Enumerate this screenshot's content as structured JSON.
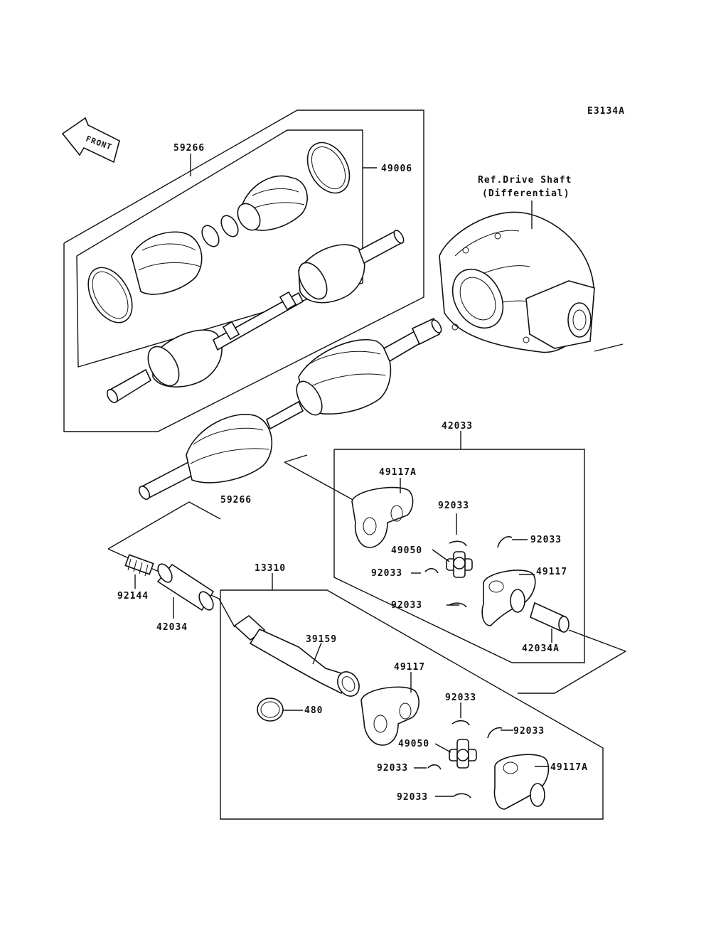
{
  "diagram_code": "E3134A",
  "front_arrow_label": "FRONT",
  "reference": {
    "line1": "Ref.Drive Shaft",
    "line2": "(Differential)"
  },
  "callouts": {
    "p59266_top": "59266",
    "p49006": "49006",
    "p59266_bottom": "59266",
    "p42033": "42033",
    "p49117A_upper": "49117A",
    "p92033_u1": "92033",
    "p92033_u2": "92033",
    "p49050_upper": "49050",
    "p92033_u3": "92033",
    "p49117_upper": "49117",
    "p92033_u4": "92033",
    "p42034A": "42034A",
    "p92144": "92144",
    "p42034": "42034",
    "p13310": "13310",
    "p39159": "39159",
    "p49117_lower": "49117",
    "p480": "480",
    "p92033_l1": "92033",
    "p92033_l2": "92033",
    "p49050_lower": "49050",
    "p92033_l3": "92033",
    "p49117A_lower": "49117A",
    "p92033_l4": "92033"
  }
}
